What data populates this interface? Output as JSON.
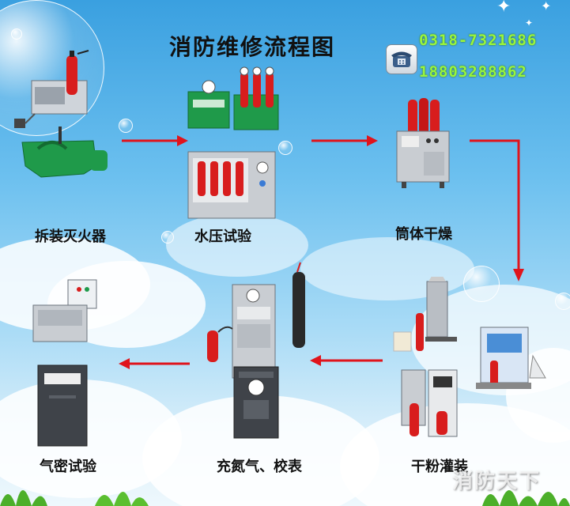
{
  "title": "消防维修流程图",
  "contact": {
    "phone_icon": "telephone-icon",
    "landline": "0318-7321686",
    "mobile": "18803288862"
  },
  "steps": {
    "disassemble": "拆装灭火器",
    "hydro_test": "水压试验",
    "cylinder_dry": "筒体干燥",
    "powder_fill": "干粉灌装",
    "nitrogen_fill": "充氮气、校表",
    "leak_test": "气密试验"
  },
  "watermark": "消防天下",
  "colors": {
    "arrow": "#e0141c",
    "extinguisher": "#d81d1d",
    "machine_green": "#1f9a4a",
    "machine_gray": "#8a9099"
  }
}
